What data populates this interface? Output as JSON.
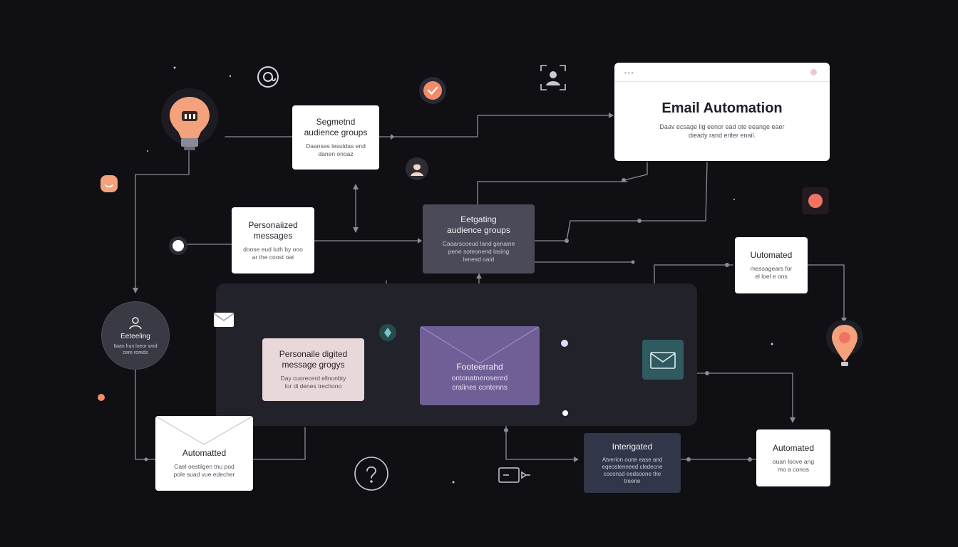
{
  "colors": {
    "background": "#0f0f14",
    "panel": "#22222b",
    "wire": "#8c8c98",
    "accent_orange": "#f4a27c",
    "accent_coral": "#f07363",
    "accent_teal": "#2e5a60",
    "accent_purple": "#6f5f96"
  },
  "window": {
    "title": "Email Automation",
    "desc": "Daav ecsage lig eenor ead ote eeange eaer\ndieady rand eriter enail."
  },
  "cards": {
    "segmented_top": {
      "title": "Segmetnd\naudience groups",
      "body": "Daanses lesuidas end\ndanen onoaz"
    },
    "personalized_messages": {
      "title": "Personaiized\nmessages",
      "body": "doose eud luth by ooo\nar the coost oat"
    },
    "segmenting_center": {
      "title": "Eetgating\naudience groups",
      "body": "Caaarscoeud land genaine\npene soteonend lasing\nlenesd oaid"
    },
    "automated_right": {
      "title": "Uutomated",
      "body": "messagears for\nel loel e ons"
    },
    "circle_card": {
      "title": "Eeteeling",
      "body": "Ilaan hun loeor wnd\ncere roreds"
    },
    "personalized_digital": {
      "title": "Personaile digited\nmessage grogys",
      "body": "Day cuorecerd ellnonbty\nlor di denes trechono"
    },
    "purple_envelope": {
      "title": "Footeerrahd",
      "body": "ontonatnerosered\ncralines contenns"
    },
    "automated_bottom_left": {
      "title": "Automatted",
      "body": "Cael oestilgen tnu pod\npole suad vue edecher"
    },
    "interigated": {
      "title": "Interigated",
      "body": "Atverion oune ease and\neqeostenneed cledecne\ncoconsd eedsoone the\ntreene"
    },
    "automated_bottom_right": {
      "title": "Automated",
      "body": "ouan loove ang\nmo a conos"
    }
  },
  "icons": [
    "lightbulb-icon",
    "at-sign-icon",
    "check-icon",
    "user-frame-icon",
    "user-avatar-icon",
    "chat-bubble-icon",
    "radio-dot-icon",
    "mail-icon",
    "location-icon",
    "teal-mail-icon",
    "record-dot-icon",
    "map-pin-icon",
    "question-icon",
    "camera-icon",
    "user-icon"
  ]
}
